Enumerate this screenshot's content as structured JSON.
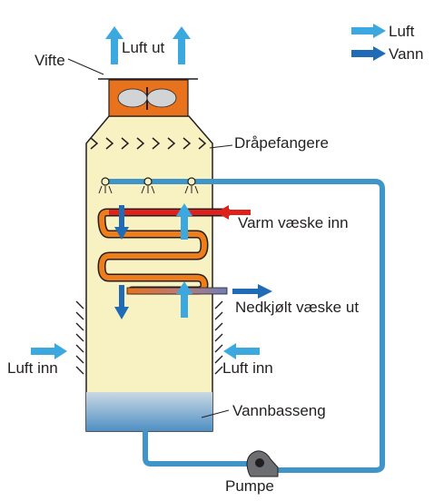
{
  "labels": {
    "fan": "Vifte",
    "air_out": "Luft ut",
    "drift_eliminators": "Dråpefangere",
    "hot_fluid_in": "Varm væske inn",
    "cooled_fluid_out": "Nedkjølt væske ut",
    "air_in_left": "Luft inn",
    "air_in_right": "Luft inn",
    "basin": "Vannbasseng",
    "pump": "Pumpe"
  },
  "legend": [
    {
      "label": "Luft",
      "color": "#3ba9e0"
    },
    {
      "label": "Vann",
      "color": "#1f6bb5"
    }
  ],
  "colors": {
    "air": "#3ba9e0",
    "water": "#1f6bb5",
    "tower_fill": "#f8f2c3",
    "fan_housing": "#e8731c",
    "hot": "#e0201b",
    "coil": "#ef7d1a",
    "pipe": "#3f94c8"
  }
}
